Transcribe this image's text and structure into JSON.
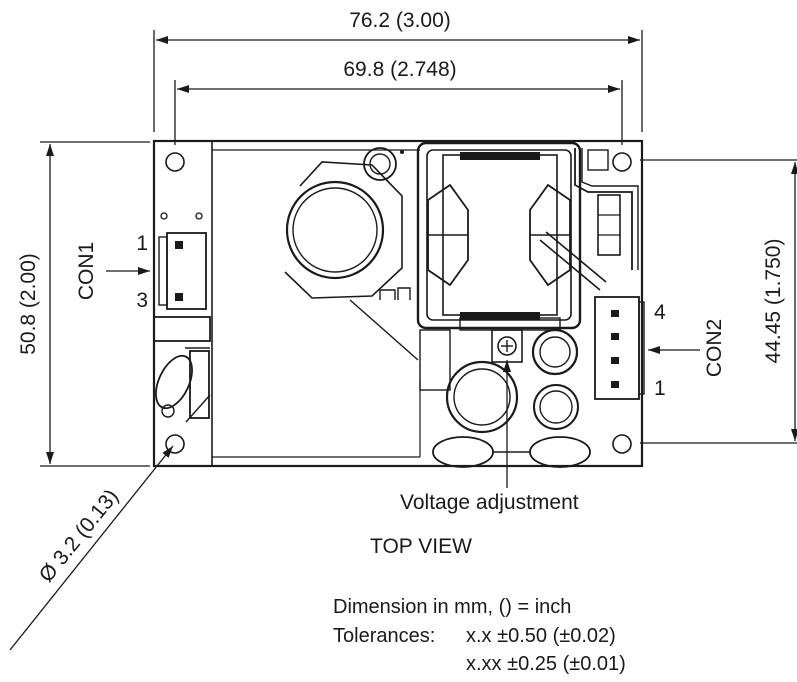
{
  "dimensions": {
    "overall_width": "76.2 (3.00)",
    "hole_spacing_width": "69.8 (2.748)",
    "overall_height": "50.8 (2.00)",
    "hole_spacing_height": "44.45 (1.750)",
    "hole_diameter": "Ø 3.2 (0.13)"
  },
  "connectors": {
    "con1": {
      "name": "CON1",
      "pin_top": "1",
      "pin_bottom": "3"
    },
    "con2": {
      "name": "CON2",
      "pin_top": "4",
      "pin_bottom": "1"
    }
  },
  "callouts": {
    "voltage_adjustment": "Voltage adjustment",
    "view_title": "TOP VIEW"
  },
  "notes": {
    "units": "Dimension in mm, () = inch",
    "tolerance_label": "Tolerances:",
    "tolerance_1": "x.x ±0.50 (±0.02)",
    "tolerance_2": "x.xx ±0.25 (±0.01)"
  }
}
